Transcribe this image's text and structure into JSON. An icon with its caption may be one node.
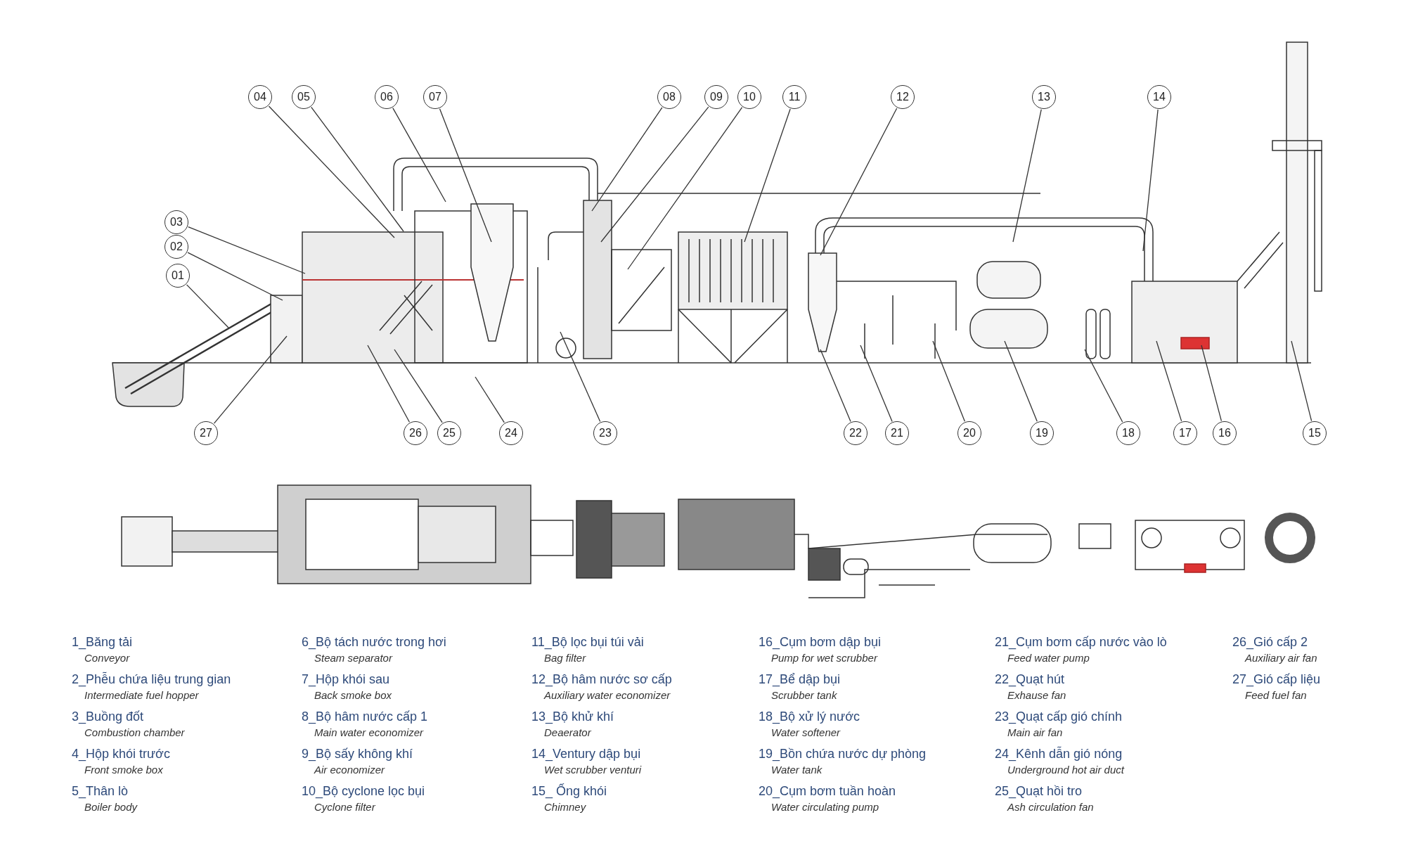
{
  "diagram": {
    "nodes": [
      {
        "text": [
          "01"
        ]
      },
      {
        "text": [
          "02"
        ]
      },
      {
        "text": [
          "03"
        ]
      },
      {
        "text": [
          "04"
        ]
      },
      {
        "text": [
          "05"
        ]
      },
      {
        "text": [
          "06"
        ]
      },
      {
        "text": [
          "07"
        ]
      },
      {
        "text": [
          "08"
        ]
      },
      {
        "text": [
          "09"
        ]
      },
      {
        "text": [
          "10"
        ]
      },
      {
        "text": [
          "11"
        ]
      },
      {
        "text": [
          "12"
        ]
      },
      {
        "text": [
          "13"
        ]
      },
      {
        "text": [
          "14"
        ]
      },
      {
        "text": [
          "15"
        ]
      },
      {
        "text": [
          "16"
        ]
      },
      {
        "text": [
          "17"
        ]
      },
      {
        "text": [
          "18"
        ]
      },
      {
        "text": [
          "19"
        ]
      },
      {
        "text": [
          "20"
        ]
      },
      {
        "text": [
          "21"
        ]
      },
      {
        "text": [
          "22"
        ]
      },
      {
        "text": [
          "23"
        ]
      },
      {
        "text": [
          "24"
        ]
      },
      {
        "text": [
          "25"
        ]
      },
      {
        "text": [
          "26"
        ]
      },
      {
        "text": [
          "27"
        ]
      }
    ],
    "edges": [
      {
        "from": 0,
        "to": null,
        "arrow": "none"
      },
      {
        "from": 1,
        "to": null,
        "arrow": "none"
      },
      {
        "from": 2,
        "to": null,
        "arrow": "none"
      },
      {
        "from": 3,
        "to": null,
        "arrow": "none"
      },
      {
        "from": 4,
        "to": null,
        "arrow": "none"
      },
      {
        "from": 5,
        "to": null,
        "arrow": "none"
      },
      {
        "from": 6,
        "to": null,
        "arrow": "none"
      },
      {
        "from": 7,
        "to": null,
        "arrow": "none"
      },
      {
        "from": 8,
        "to": null,
        "arrow": "none"
      },
      {
        "from": 9,
        "to": null,
        "arrow": "none"
      },
      {
        "from": 10,
        "to": null,
        "arrow": "none"
      },
      {
        "from": 11,
        "to": null,
        "arrow": "none"
      },
      {
        "from": 12,
        "to": null,
        "arrow": "none"
      },
      {
        "from": 13,
        "to": null,
        "arrow": "none"
      },
      {
        "from": 14,
        "to": null,
        "arrow": "none"
      },
      {
        "from": 15,
        "to": null,
        "arrow": "none"
      },
      {
        "from": 16,
        "to": null,
        "arrow": "none"
      },
      {
        "from": 17,
        "to": null,
        "arrow": "none"
      },
      {
        "from": 18,
        "to": null,
        "arrow": "none"
      },
      {
        "from": 19,
        "to": null,
        "arrow": "none"
      },
      {
        "from": 20,
        "to": null,
        "arrow": "none"
      },
      {
        "from": 21,
        "to": null,
        "arrow": "none"
      },
      {
        "from": 22,
        "to": null,
        "arrow": "none"
      },
      {
        "from": 23,
        "to": null,
        "arrow": "none"
      },
      {
        "from": 24,
        "to": null,
        "arrow": "none"
      },
      {
        "from": 25,
        "to": null,
        "arrow": "none"
      },
      {
        "from": 26,
        "to": null,
        "arrow": "none"
      }
    ],
    "labels": [
      "1_Băng tải",
      "Conveyor",
      "2_Phễu chứa liệu trung gian",
      "Intermediate fuel hopper",
      "3_Buồng đốt",
      "Combustion chamber",
      "4_Hộp khói trước",
      "Front smoke box",
      "5_Thân lò",
      "Boiler body",
      "6_Bộ tách nước trong hơi",
      "Steam separator",
      "7_Hộp khói sau",
      "Back smoke box",
      "8_Bộ hâm nước cấp 1",
      "Main water economizer",
      "9_Bộ sấy không khí",
      "Air economizer",
      "10_Bộ cyclone lọc bụi",
      "Cyclone filter",
      "11_Bộ lọc bụi túi vải",
      "Bag filter",
      "12_Bộ hâm nước sơ cấp",
      "Auxiliary water economizer",
      "13_Bộ khử khí",
      "Deaerator",
      "14_Ventury dập bụi",
      "Wet scrubber venturi",
      "15_ Ống khói",
      "Chimney",
      "16_Cụm bơm dập bụi",
      "Pump for wet scrubber",
      "17_Bể dập bụi",
      "Scrubber tank",
      "18_Bộ xử lý nước",
      "Water softener",
      "19_Bồn chứa nước dự phòng",
      "Water tank",
      "20_Cụm bơm tuần hoàn",
      "Water circulating pump",
      "21_Cụm bơm cấp nước vào lò",
      "Feed water pump",
      "22_Quạt hút",
      "Exhause fan",
      "23_Quạt cấp gió chính",
      "Main air fan",
      "24_Kênh dẫn gió nóng",
      "Underground hot air duct",
      "25_Quạt hồi tro",
      "Ash circulation fan",
      "26_Gió cấp 2",
      "Auxiliary air fan",
      "27_Gió cấp liệu",
      "Feed fuel fan"
    ]
  }
}
